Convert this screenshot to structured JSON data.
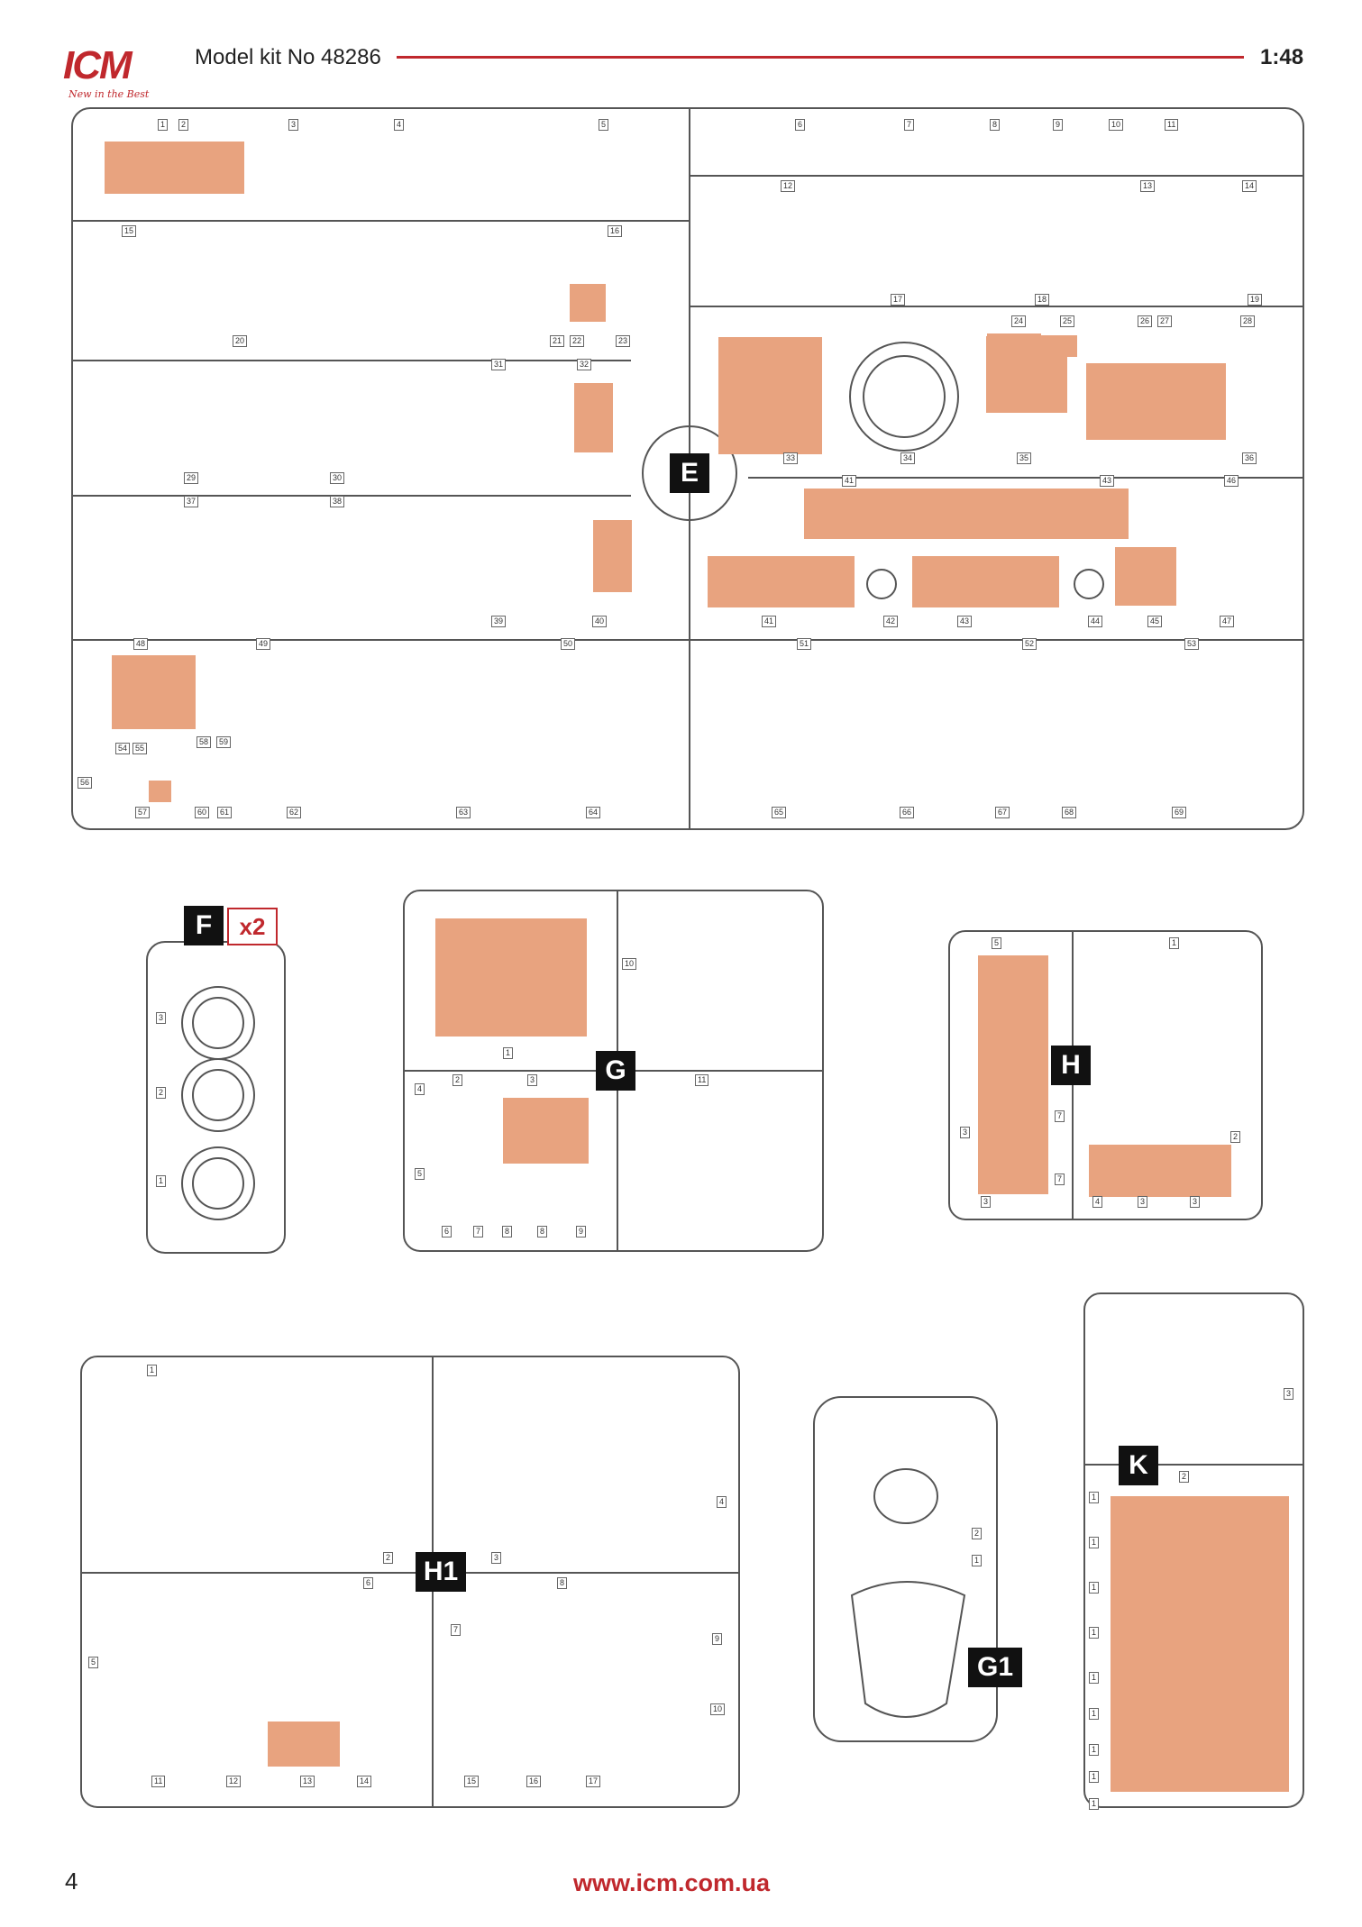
{
  "header": {
    "brand": "ICM",
    "tagline": "New in the Best",
    "kit_title": "Model kit No 48286",
    "scale": "1:48"
  },
  "footer": {
    "page_number": "4",
    "website": "www.icm.com.ua"
  },
  "colors": {
    "accent": "#c0282d",
    "part_highlight": "#e8a37f",
    "line": "#555555"
  },
  "sprues": [
    {
      "id": "E",
      "badge": "E",
      "part_labels": [
        "1",
        "2",
        "3",
        "4",
        "5",
        "6",
        "7",
        "8",
        "9",
        "10",
        "11",
        "12",
        "13",
        "14",
        "15",
        "16",
        "17",
        "18",
        "19",
        "20",
        "21",
        "22",
        "23",
        "24",
        "25",
        "26",
        "27",
        "28",
        "29",
        "30",
        "31",
        "32",
        "33",
        "34",
        "35",
        "36",
        "37",
        "38",
        "39",
        "40",
        "41",
        "42",
        "43",
        "44",
        "45",
        "46",
        "47",
        "48",
        "49",
        "50",
        "51",
        "52",
        "53",
        "54",
        "55",
        "56",
        "57",
        "58",
        "59",
        "60",
        "61",
        "62",
        "63",
        "64",
        "65",
        "66",
        "67",
        "68",
        "69"
      ]
    },
    {
      "id": "F",
      "badge": "F",
      "multiplier": "x2",
      "part_labels": [
        "1",
        "2",
        "3"
      ]
    },
    {
      "id": "G",
      "badge": "G",
      "part_labels": [
        "1",
        "2",
        "3",
        "4",
        "5",
        "6",
        "7",
        "8",
        "8",
        "9",
        "10",
        "11"
      ]
    },
    {
      "id": "H",
      "badge": "H",
      "part_labels": [
        "1",
        "2",
        "3",
        "3",
        "3",
        "3",
        "4",
        "5",
        "7",
        "7"
      ]
    },
    {
      "id": "H1",
      "badge": "H1",
      "part_labels": [
        "1",
        "2",
        "3",
        "4",
        "5",
        "6",
        "7",
        "8",
        "9",
        "10",
        "11",
        "12",
        "13",
        "14",
        "15",
        "16",
        "17"
      ]
    },
    {
      "id": "G1",
      "badge": "G1",
      "part_labels": [
        "1",
        "2"
      ]
    },
    {
      "id": "K",
      "badge": "K",
      "part_labels": [
        "1",
        "1",
        "1",
        "1",
        "1",
        "1",
        "1",
        "1",
        "1",
        "2",
        "3"
      ]
    }
  ]
}
